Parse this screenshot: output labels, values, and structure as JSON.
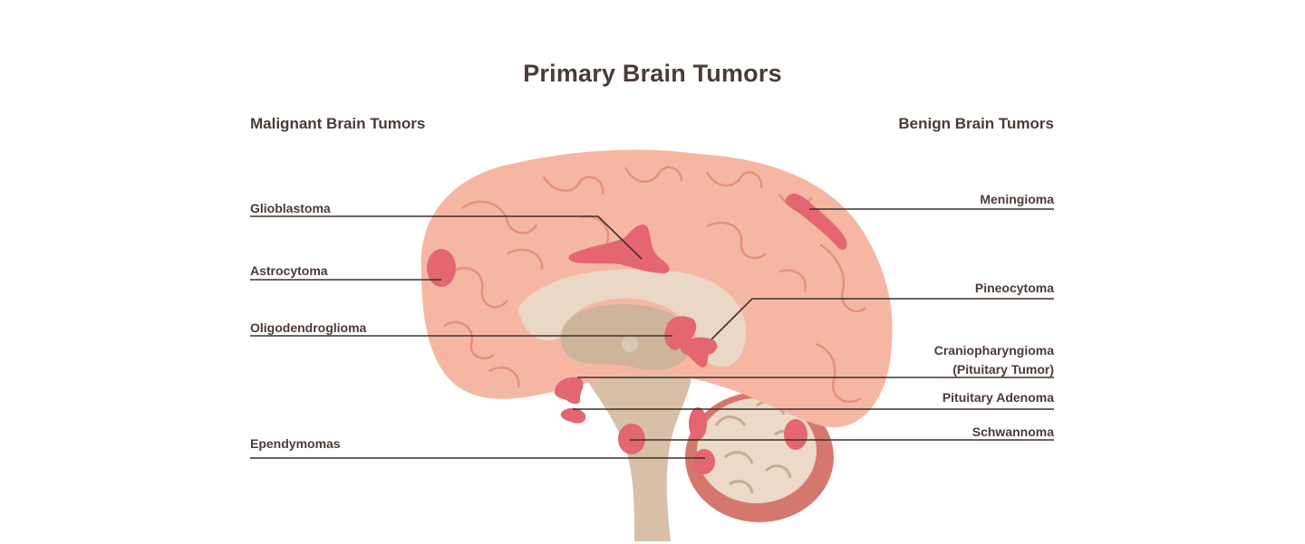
{
  "title": "Primary Brain Tumors",
  "headings": {
    "malignant": "Malignant Brain Tumors",
    "benign": "Benign Brain Tumors"
  },
  "malignant_labels": {
    "glioblastoma": "Glioblastoma",
    "astrocytoma": "Astrocytoma",
    "oligodendroglioma": "Oligodendroglioma",
    "ependymomas": "Ependymomas"
  },
  "benign_labels": {
    "meningioma": "Meningioma",
    "pineocytoma": "Pineocytoma",
    "craniopharyngioma_line1": "Craniopharyngioma",
    "craniopharyngioma_line2": "(Pituitary Tumor)",
    "pituitary_adenoma": "Pituitary Adenoma",
    "schwannoma": "Schwannoma"
  },
  "colors": {
    "brain": "#f7b8a4",
    "brain_fold": "#e7917d",
    "tumor": "#e66a73",
    "brainstem": "#d8c2aa",
    "cerebellum": "#d9796f",
    "text": "#4b3b37"
  }
}
